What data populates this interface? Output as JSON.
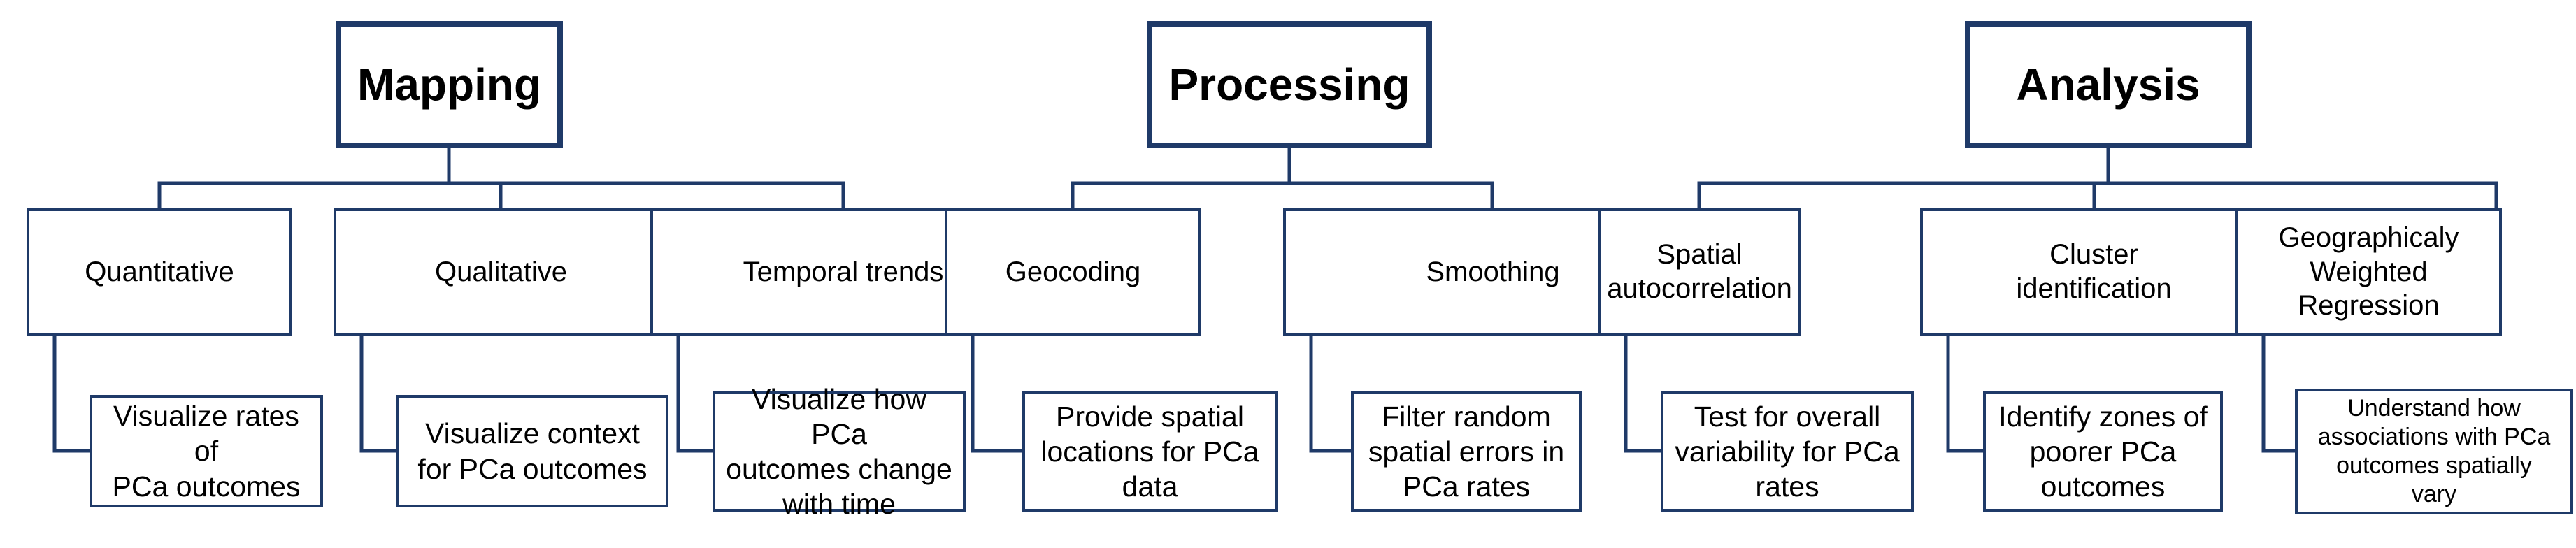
{
  "groups": [
    {
      "title": "Mapping",
      "methods": [
        {
          "label": "Quantitative",
          "description": "Visualize rates of\nPCa outcomes"
        },
        {
          "label": "Qualitative",
          "description": "Visualize context\nfor PCa outcomes"
        },
        {
          "label": "Temporal trends",
          "description": "Visualize how PCa\noutcomes change\nwith time"
        }
      ]
    },
    {
      "title": "Processing",
      "methods": [
        {
          "label": "Geocoding",
          "description": "Provide spatial\nlocations for PCa\ndata"
        },
        {
          "label": "Smoothing",
          "description": "Filter random\nspatial errors in\nPCa rates"
        }
      ]
    },
    {
      "title": "Analysis",
      "methods": [
        {
          "label": "Spatial\nautocorrelation",
          "description": "Test for overall\nvariability for PCa\nrates"
        },
        {
          "label": "Cluster\nidentification",
          "description": "Identify zones of\npoorer PCa\noutcomes"
        },
        {
          "label": "Geographicaly\nWeighted\nRegression",
          "description": "Understand how\nassociations with PCa\noutcomes spatially\nvary"
        }
      ]
    }
  ],
  "colors": {
    "border": "#1f3a68",
    "background": "#ffffff",
    "text": "#000000"
  }
}
